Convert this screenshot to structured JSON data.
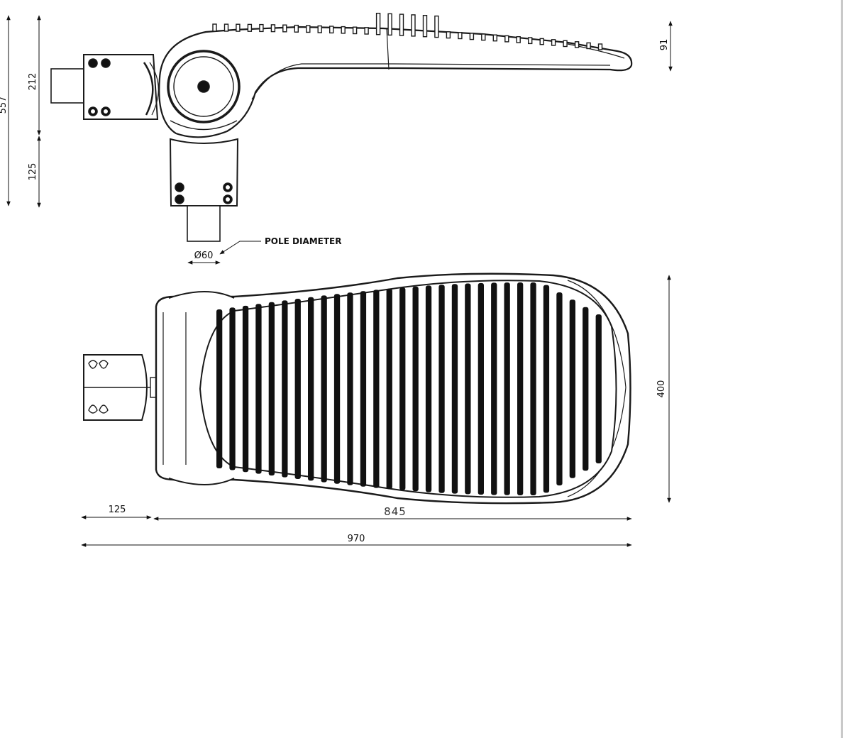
{
  "drawing": {
    "side_view": {
      "dim_total_height": "557",
      "dim_upper": "212",
      "dim_lower": "125",
      "dim_head": "91",
      "pole_diameter": "Ø60",
      "pole_label": "POLE DIAMETER"
    },
    "top_view": {
      "dim_width": "400",
      "dim_mount": "125",
      "dim_body": "845",
      "dim_total_length": "970",
      "fin_count": 30
    },
    "colors": {
      "line": "#1a1a1a",
      "fill": "#111111",
      "paper": "#ffffff"
    }
  }
}
